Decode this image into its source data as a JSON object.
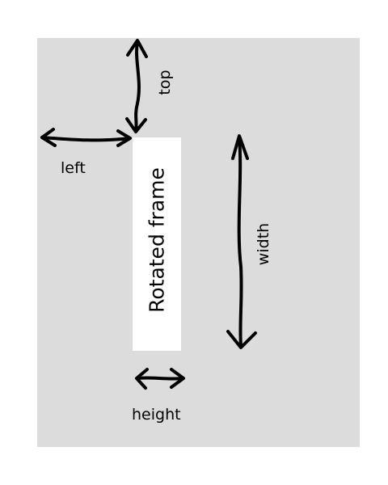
{
  "diagram": {
    "frame_text": "Rotated frame",
    "labels": {
      "top": "top",
      "left": "left",
      "width": "width",
      "height": "height"
    }
  }
}
